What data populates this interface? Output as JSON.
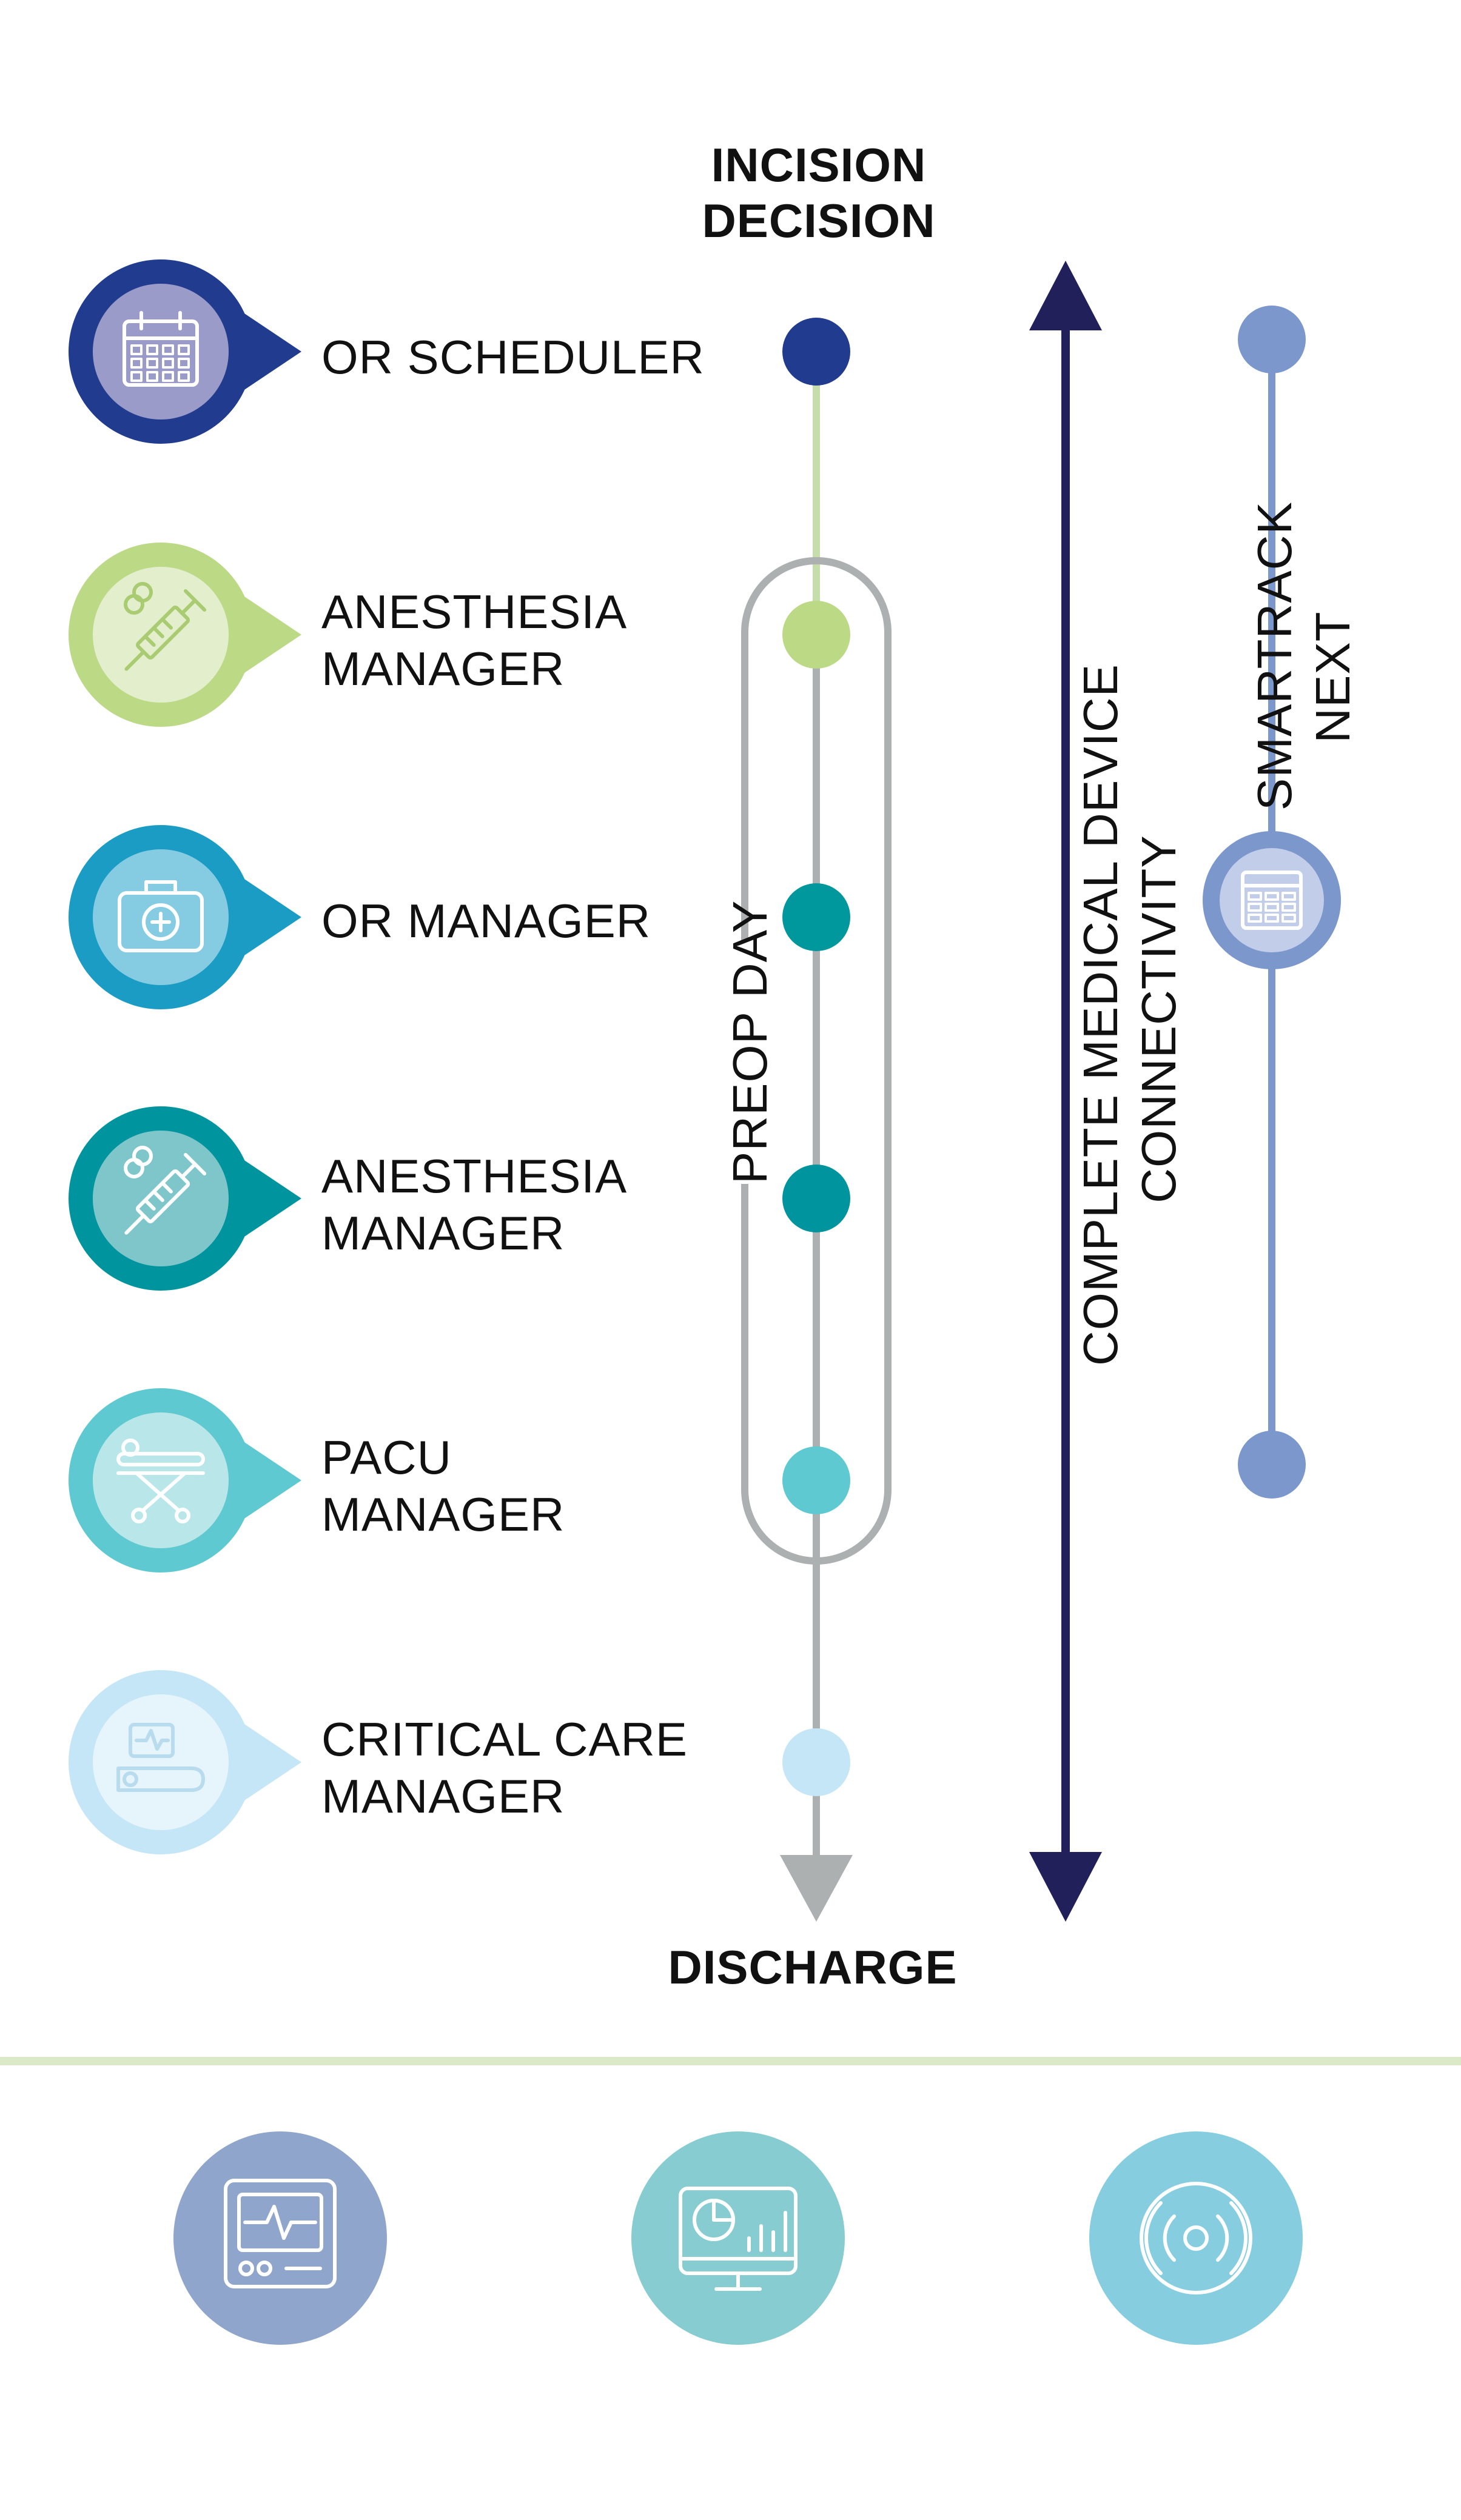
{
  "timeline": {
    "start_label": [
      "INCISION",
      "DECISION"
    ],
    "end_label": "DISCHARGE",
    "bracket_label": "PREOP DAY"
  },
  "roles": [
    {
      "label": [
        "OR SCHEDULER"
      ],
      "icon": "calendar-icon",
      "color": "#213c8e",
      "inner": "#9b9bc9",
      "dot": "#213c8e"
    },
    {
      "label": [
        "ANESTHESIA",
        "MANAGER"
      ],
      "icon": "syringe-icon",
      "color": "#bcd986",
      "inner": "#e3efcc",
      "dot": "#bcd986"
    },
    {
      "label": [
        "OR MANAGER"
      ],
      "icon": "medical-kit-icon",
      "color": "#1a9cc4",
      "inner": "#85cce3",
      "dot": "#00979d"
    },
    {
      "label": [
        "ANESTHESIA",
        "MANAGER"
      ],
      "icon": "syringe-icon",
      "color": "#00959e",
      "inner": "#7fc6ca",
      "dot": "#00959e"
    },
    {
      "label": [
        "PACU",
        "MANAGER"
      ],
      "icon": "stretcher-icon",
      "color": "#5ec9d0",
      "inner": "#b8e6e9",
      "dot": "#5ec9d0"
    },
    {
      "label": [
        "CRITICAL CARE",
        "MANAGER"
      ],
      "icon": "patient-monitor-bed-icon",
      "color": "#c4e6f6",
      "inner": "#e6f4fb",
      "dot": "#c4e6f6"
    }
  ],
  "connectivity": {
    "label": [
      "COMPLETE MEDICAL DEVICE",
      "CONNECTIVITY"
    ],
    "color": "#22205a"
  },
  "smartrack": {
    "label": [
      "SMARTRACK",
      "NEXT"
    ],
    "color": "#7b97cc",
    "icon": "rack-server-icon"
  },
  "bottom_icons": [
    {
      "name": "vital-monitor-icon",
      "color": "#90a5cc"
    },
    {
      "name": "analytics-display-icon",
      "color": "#86ccd0"
    },
    {
      "name": "wireless-signal-icon",
      "color": "#86cde0"
    }
  ],
  "colors": {
    "timeline_line": "#adb0b0",
    "divider": "#dce9c6"
  }
}
